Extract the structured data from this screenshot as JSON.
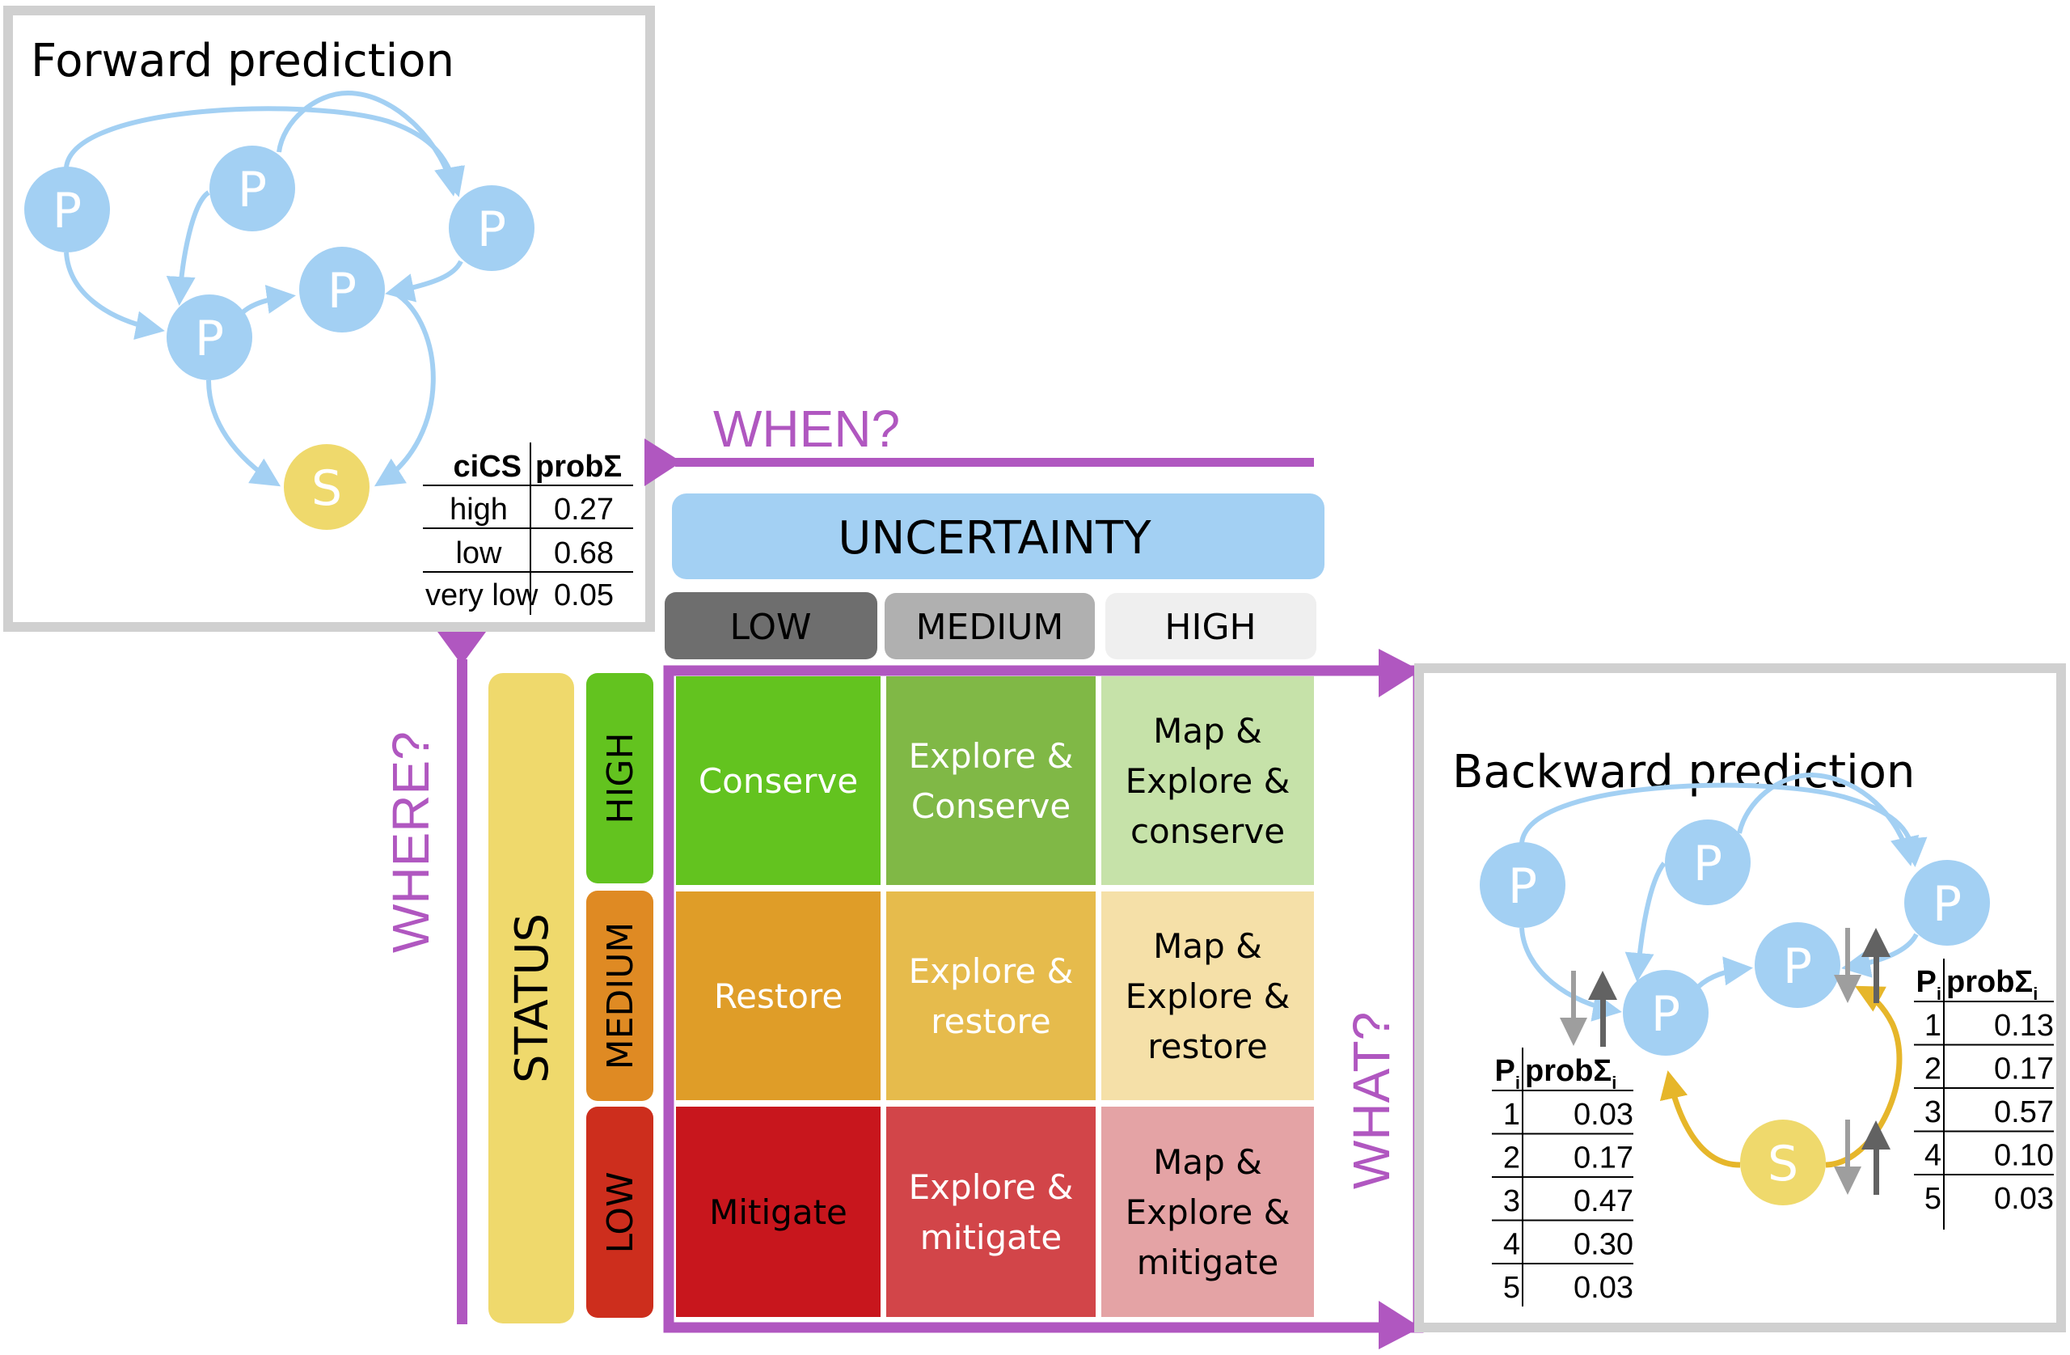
{
  "colors": {
    "purple": "#b057c0",
    "node_blue": "#a3d0f3",
    "node_yellow": "#efd96c",
    "edge_blue": "#a3d0f3",
    "edge_yellow": "#e6b62a",
    "box_border": "#d0d0d0",
    "arrow_light": "#9e9e9e",
    "arrow_dark": "#626262"
  },
  "forward": {
    "title": "Forward prediction",
    "node_label_p": "P",
    "node_label_s": "S",
    "table": {
      "headers": [
        "ciCS",
        "probΣ"
      ],
      "rows": [
        {
          "label": "high",
          "value": "0.27"
        },
        {
          "label": "low",
          "value": "0.68"
        },
        {
          "label": "very low",
          "value": "0.05"
        }
      ]
    }
  },
  "axes": {
    "when": "WHEN?",
    "where": "WHERE?",
    "what": "WHAT?"
  },
  "uncertainty": {
    "title": "UNCERTAINTY",
    "levels": [
      {
        "label": "LOW",
        "color": "#6e6e6e"
      },
      {
        "label": "MEDIUM",
        "color": "#b0b0b0"
      },
      {
        "label": "HIGH",
        "color": "#efefef"
      }
    ]
  },
  "status": {
    "title": "STATUS",
    "color": "#efd96c",
    "levels": [
      {
        "label": "HIGH",
        "color": "#63c31f"
      },
      {
        "label": "MEDIUM",
        "color": "#df8a23"
      },
      {
        "label": "LOW",
        "color": "#cd2e1d"
      }
    ]
  },
  "matrix": {
    "rows": [
      {
        "status": "HIGH",
        "cells": [
          {
            "lines": [
              "Conserve"
            ],
            "color": "#63c31f",
            "text_color": "#ffffff"
          },
          {
            "lines": [
              "Explore &",
              "Conserve"
            ],
            "color": "#80b846",
            "text_color": "#ffffff"
          },
          {
            "lines": [
              "Map &",
              "Explore &",
              "conserve"
            ],
            "color": "#c6e2a9",
            "text_color": "#000000"
          }
        ]
      },
      {
        "status": "MEDIUM",
        "cells": [
          {
            "lines": [
              "Restore"
            ],
            "color": "#df9d28",
            "text_color": "#ffffff"
          },
          {
            "lines": [
              "Explore &",
              "restore"
            ],
            "color": "#e6bb4c",
            "text_color": "#ffffff"
          },
          {
            "lines": [
              "Map &",
              "Explore &",
              "restore"
            ],
            "color": "#f5e0a8",
            "text_color": "#000000"
          }
        ]
      },
      {
        "status": "LOW",
        "cells": [
          {
            "lines": [
              "Mitigate"
            ],
            "color": "#c8161d",
            "text_color": "#000000"
          },
          {
            "lines": [
              "Explore &",
              "mitigate"
            ],
            "color": "#d24549",
            "text_color": "#ffffff"
          },
          {
            "lines": [
              "Map &",
              "Explore &",
              "mitigate"
            ],
            "color": "#e4a3a5",
            "text_color": "#000000"
          }
        ]
      }
    ]
  },
  "backward": {
    "title": "Backward prediction",
    "node_label_p": "P",
    "node_label_s": "S",
    "table_left": {
      "headers": [
        "P",
        "i",
        "probΣ",
        "i"
      ],
      "rows": [
        {
          "i": "1",
          "value": "0.03"
        },
        {
          "i": "2",
          "value": "0.17"
        },
        {
          "i": "3",
          "value": "0.47"
        },
        {
          "i": "4",
          "value": "0.30"
        },
        {
          "i": "5",
          "value": "0.03"
        }
      ]
    },
    "table_right": {
      "headers": [
        "P",
        "i",
        "probΣ",
        "i"
      ],
      "rows": [
        {
          "i": "1",
          "value": "0.13"
        },
        {
          "i": "2",
          "value": "0.17"
        },
        {
          "i": "3",
          "value": "0.57"
        },
        {
          "i": "4",
          "value": "0.10"
        },
        {
          "i": "5",
          "value": "0.03"
        }
      ]
    }
  }
}
